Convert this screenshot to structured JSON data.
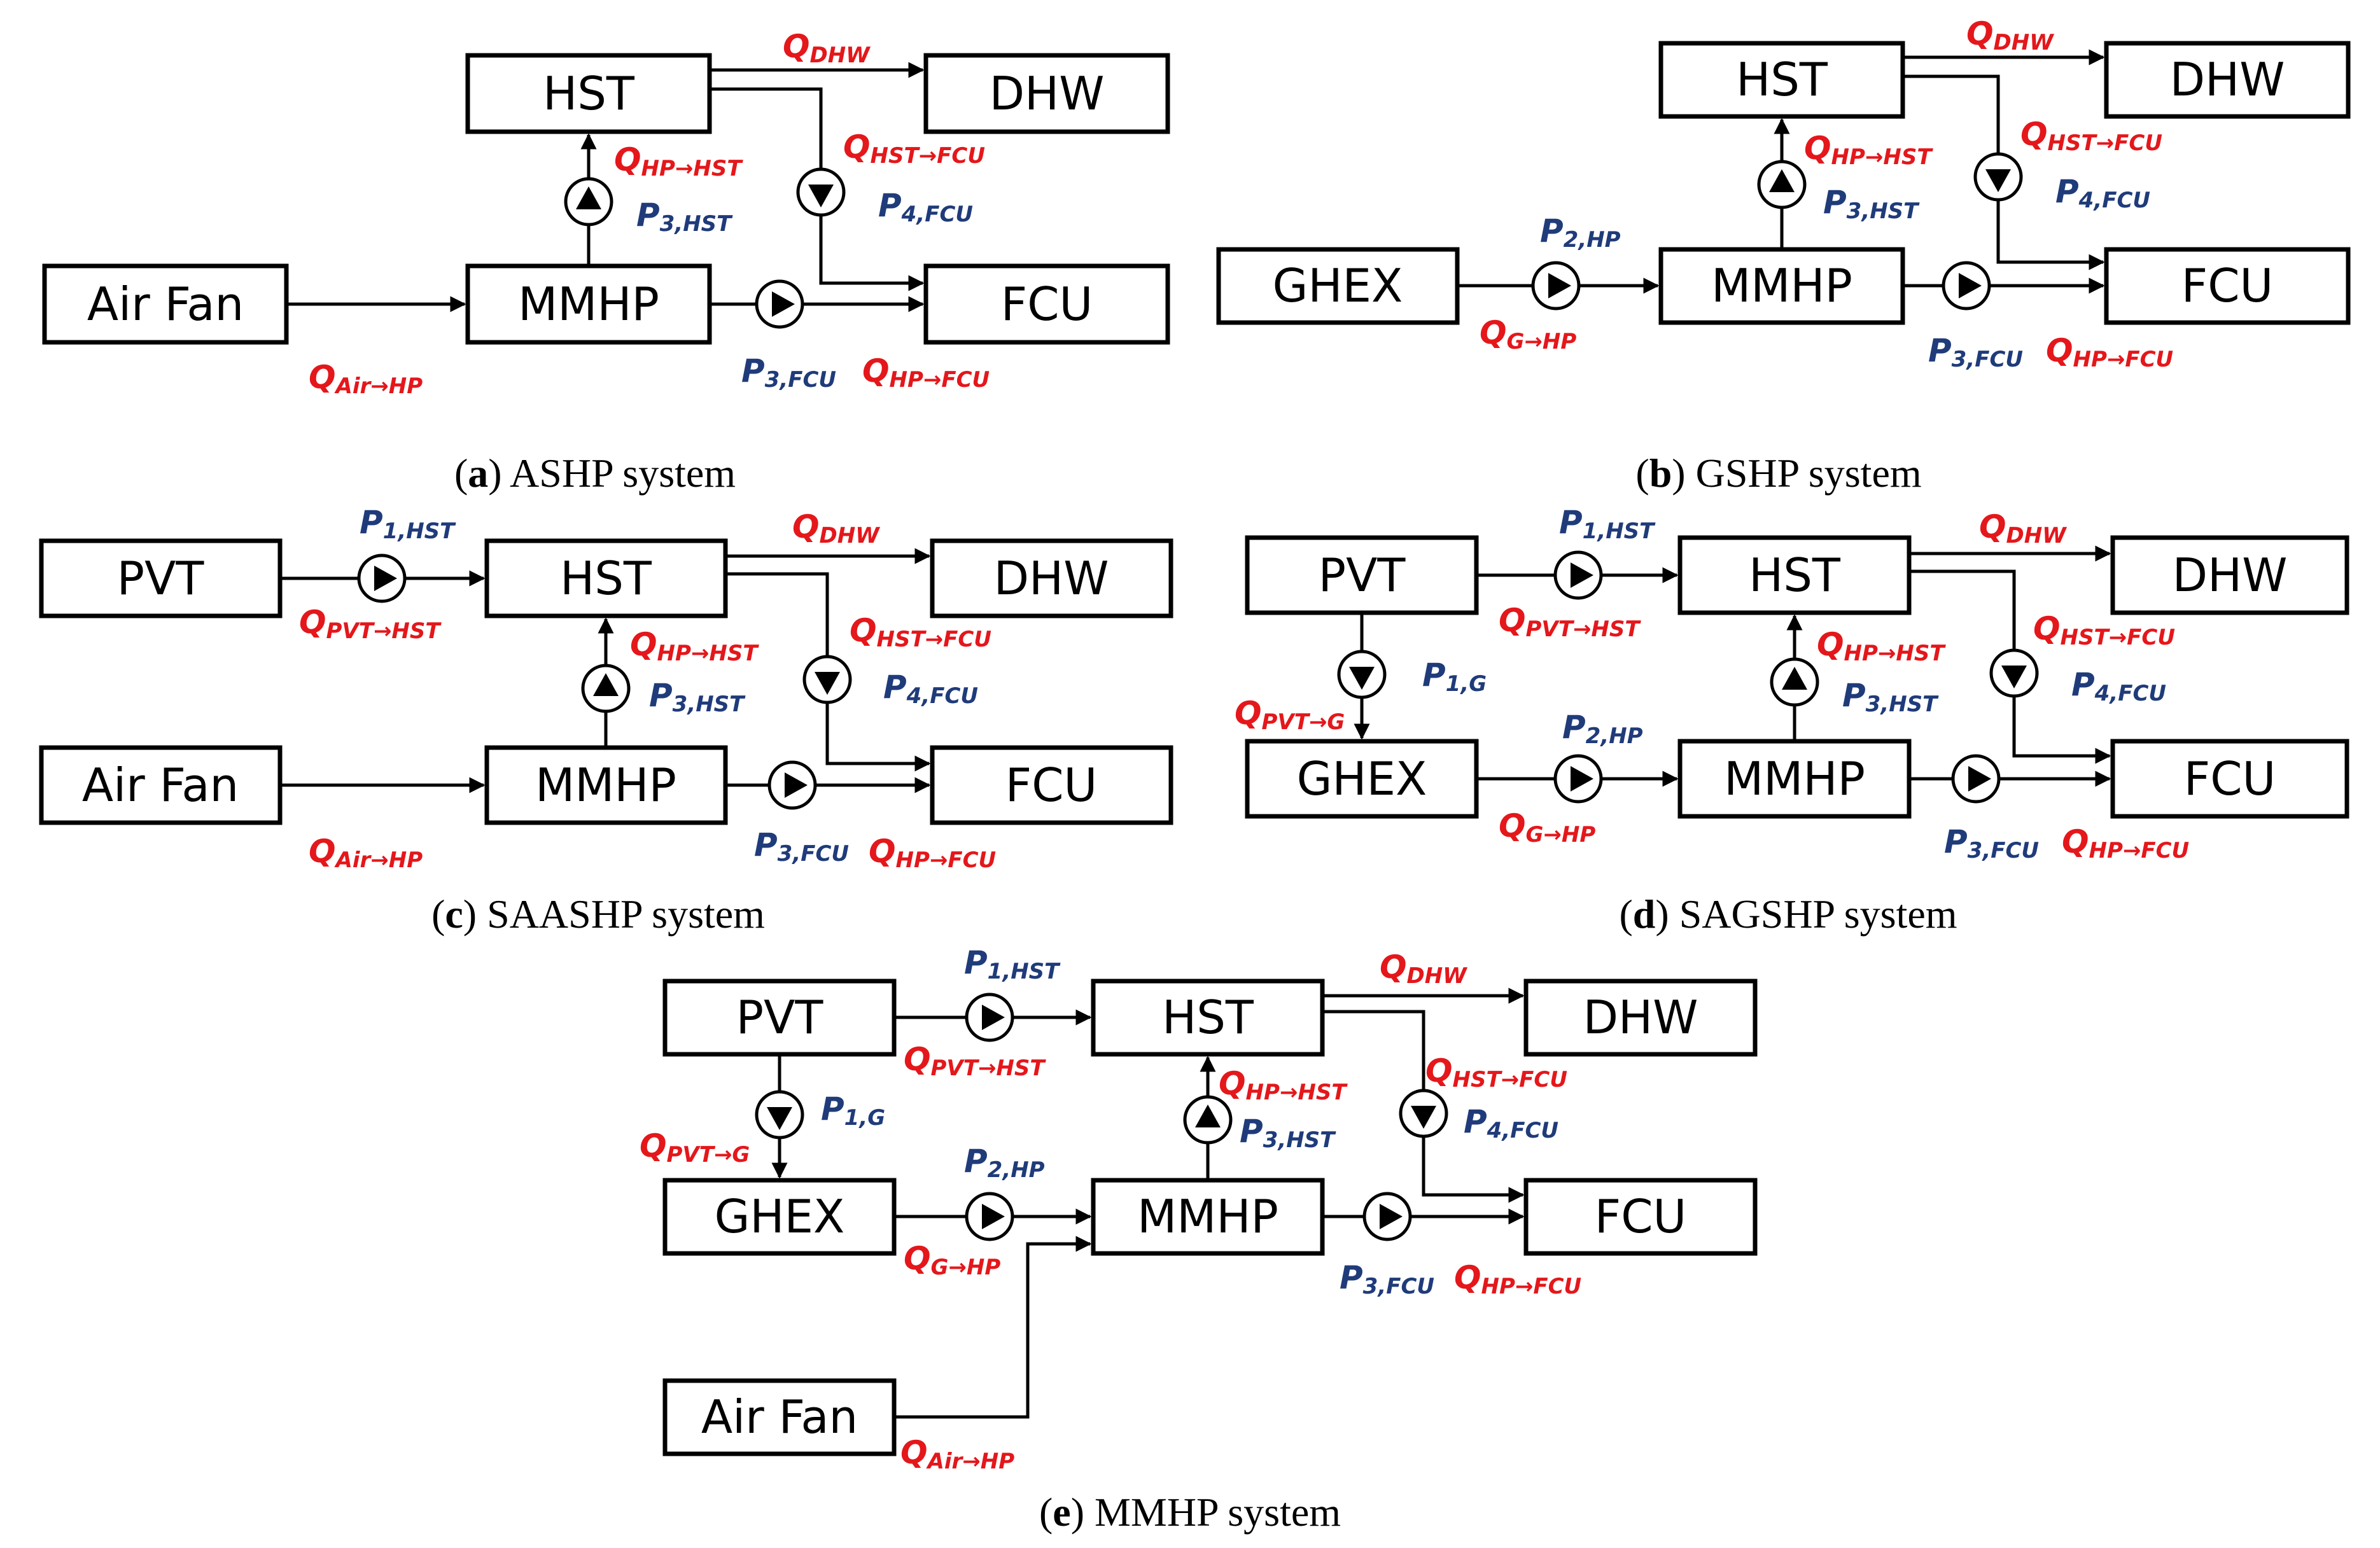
{
  "colors": {
    "heat_flow": "#e4171b",
    "pump_power": "#1f3b7a",
    "line": "#000000"
  },
  "blocks": {
    "hst": "HST",
    "dhw": "DHW",
    "mmhp": "MMHP",
    "fcu": "FCU",
    "air_fan": "Air Fan",
    "ghex": "GHEX",
    "pvt": "PVT"
  },
  "symbols": {
    "Q": "Q",
    "P": "P",
    "dhw": "DHW",
    "hp_hst": "HP→HST",
    "hst_fcu": "HST→FCU",
    "hp_fcu": "HP→FCU",
    "air_hp": "Air→HP",
    "g_hp": "G→HP",
    "pvt_hst": "PVT→HST",
    "pvt_g": "PVT→G",
    "p1_hst": "1,HST",
    "p1_g": "1,G",
    "p2_hp": "2,HP",
    "p3_hst": "3,HST",
    "p3_fcu": "3,FCU",
    "p4_fcu": "4,FCU"
  },
  "captions": {
    "a": {
      "letter": "a",
      "text": "ASHP system"
    },
    "b": {
      "letter": "b",
      "text": "GSHP system"
    },
    "c": {
      "letter": "c",
      "text": "SAASHP system"
    },
    "d": {
      "letter": "d",
      "text": "SAGSHP system"
    },
    "e": {
      "letter": "e",
      "text": "MMHP system"
    }
  }
}
